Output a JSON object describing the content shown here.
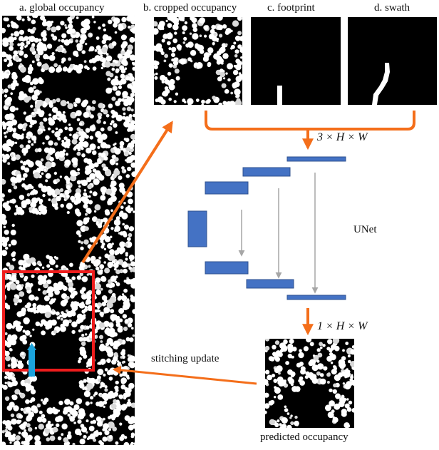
{
  "panels": {
    "global": {
      "label": "a. global occupancy"
    },
    "cropped": {
      "label": "b. cropped occupancy"
    },
    "footprint": {
      "label": "c. footprint"
    },
    "swath": {
      "label": "d. swath"
    }
  },
  "network": {
    "name": "UNet",
    "input_shape": "3 × H × W",
    "output_shape": "1 × H × W"
  },
  "output": {
    "label": "predicted occupancy"
  },
  "feedback": {
    "label": "stitching update"
  },
  "colors": {
    "arrow_orange": "#f46e1a",
    "crop_box_red": "#ee1c1c",
    "layer_blue": "#4472c4",
    "layer_border": "#2f528f",
    "skip_gray": "#a6a6a6",
    "robot_cyan": "#1ba3dc",
    "occupied_white": "#ffffff",
    "free_black": "#000000"
  }
}
